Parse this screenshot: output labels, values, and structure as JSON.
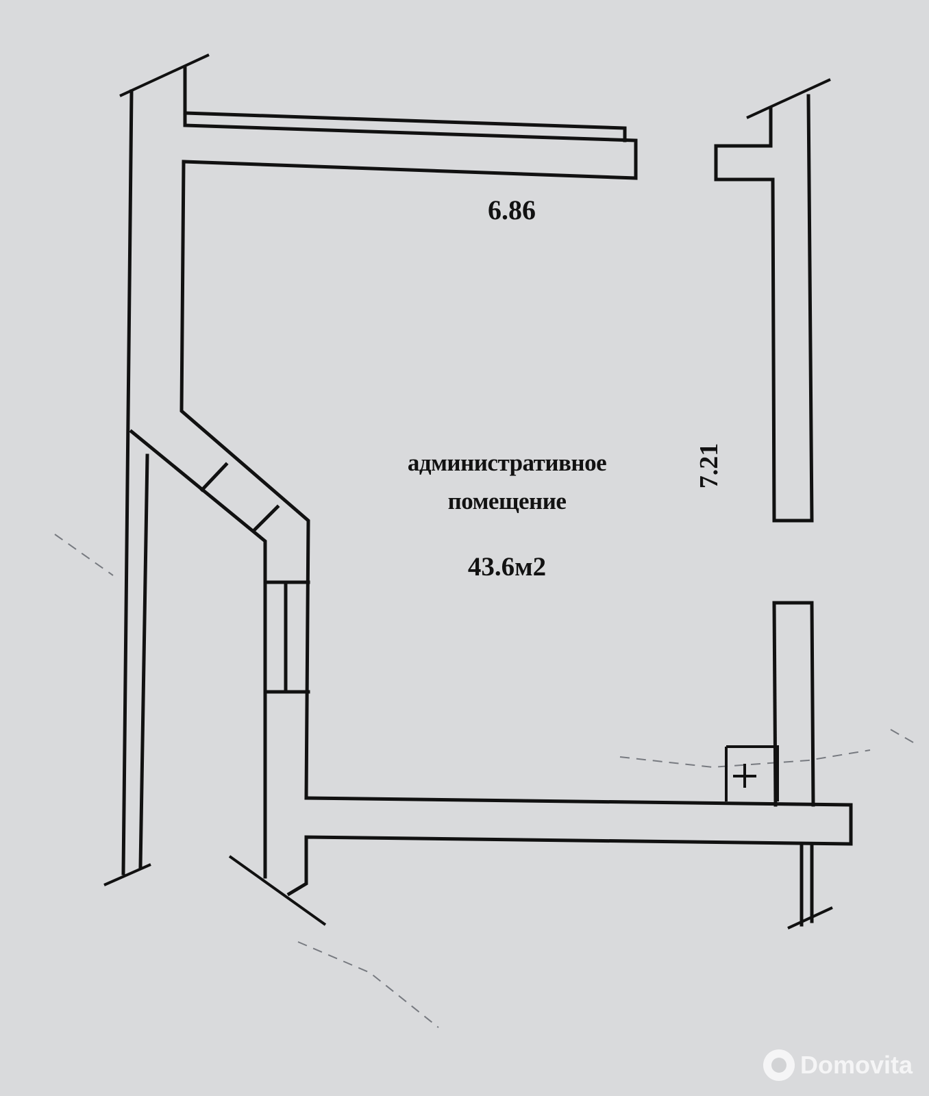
{
  "plan": {
    "dimension_width": "6.86",
    "dimension_height": "7.21",
    "room_name_line1": "административное",
    "room_name_line2": "помещение",
    "room_area": "43.6м2"
  },
  "watermark": {
    "text": "Domovita"
  }
}
